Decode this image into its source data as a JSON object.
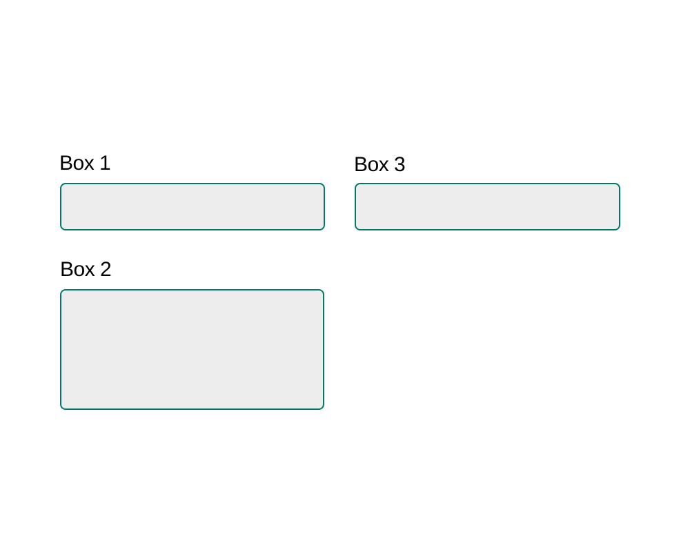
{
  "theme": {
    "border_color": "#00796B",
    "fill_color": "#EDEDED",
    "label_color": "#000000",
    "page_bg": "#FFFFFF"
  },
  "fields": [
    {
      "label": "Box 1"
    },
    {
      "label": "Box 2"
    },
    {
      "label": "Box 3"
    }
  ]
}
